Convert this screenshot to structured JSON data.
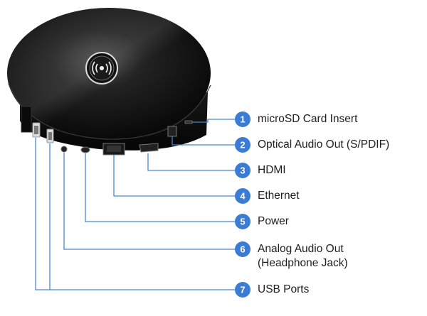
{
  "device": {
    "name": "media-box",
    "accent_color": "#3a7bd5",
    "line_color": "#4a86d8",
    "body_color": "#0f0f0f"
  },
  "callouts": [
    {
      "number": "1",
      "label": "microSD Card Insert"
    },
    {
      "number": "2",
      "label": "Optical Audio Out (S/PDIF)"
    },
    {
      "number": "3",
      "label": "HDMI"
    },
    {
      "number": "4",
      "label": "Ethernet"
    },
    {
      "number": "5",
      "label": "Power"
    },
    {
      "number": "6",
      "label": "Analog Audio Out",
      "label_line2": "(Headphone Jack)"
    },
    {
      "number": "7",
      "label": "USB Ports"
    }
  ]
}
